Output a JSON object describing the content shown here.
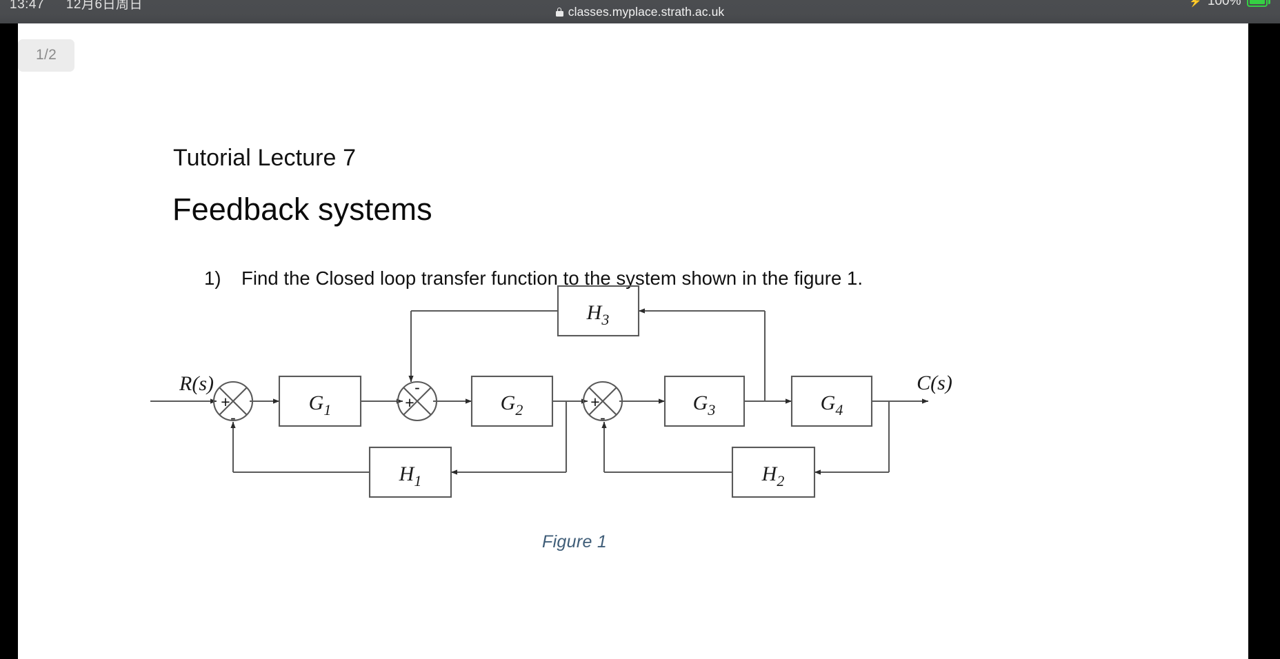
{
  "statusbar": {
    "clock": "13:47",
    "date": "12月6日周日",
    "url": "classes.myplace.strath.ac.uk",
    "lock_icon": "lock-icon",
    "charging_icon": "bolt-icon",
    "battery_percent": "100%",
    "battery_icon": "battery-full-icon"
  },
  "viewer": {
    "page_indicator": "1/2"
  },
  "document": {
    "subtitle": "Tutorial Lecture 7",
    "title": "Feedback systems",
    "question_number": "1)",
    "question_text": "Find the Closed loop transfer function to the system shown in the figure 1.",
    "figure_caption": "Figure 1"
  },
  "figure": {
    "input_label": "R(s)",
    "output_label": "C(s)",
    "forward_blocks": [
      {
        "name": "G1",
        "base": "G",
        "sub": "1"
      },
      {
        "name": "G2",
        "base": "G",
        "sub": "2"
      },
      {
        "name": "G3",
        "base": "G",
        "sub": "3"
      },
      {
        "name": "G4",
        "base": "G",
        "sub": "4"
      }
    ],
    "feedback_blocks": [
      {
        "name": "H1",
        "base": "H",
        "sub": "1"
      },
      {
        "name": "H2",
        "base": "H",
        "sub": "2"
      },
      {
        "name": "H3",
        "base": "H",
        "sub": "3"
      }
    ],
    "summing_junctions": [
      {
        "id": "sum1",
        "signs": {
          "left": "+",
          "bottom": "-"
        }
      },
      {
        "id": "sum2",
        "signs": {
          "left": "+",
          "top": "-"
        }
      },
      {
        "id": "sum3",
        "signs": {
          "left": "+",
          "bottom": "-"
        }
      }
    ],
    "caption_color": "#3f5d78",
    "line_color": "#595959"
  }
}
